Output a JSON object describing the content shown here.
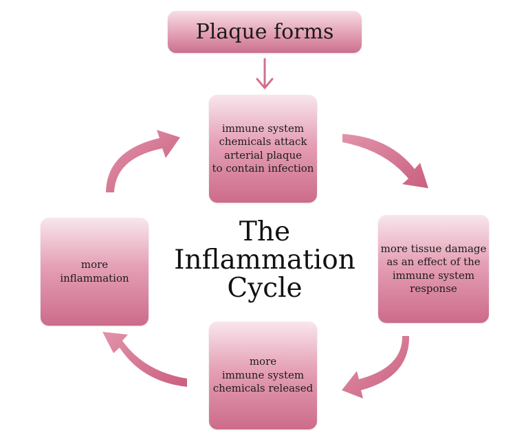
{
  "diagram": {
    "top_label": "Plaque forms",
    "title": "The\nInflammation\nCycle",
    "nodes": {
      "top": "immune system\nchemicals attack\narterial plaque\nto contain infection",
      "right": "more tissue damage\nas an effect of the\nimmune system\nresponse",
      "bottom": "more\nimmune system\nchemicals released",
      "left": "more\ninflammation"
    },
    "colors": {
      "box_light": "#f8e7ec",
      "box_mid": "#e5a0b6",
      "box_dark": "#cc6b8a",
      "arrow": "#d0708c"
    }
  }
}
